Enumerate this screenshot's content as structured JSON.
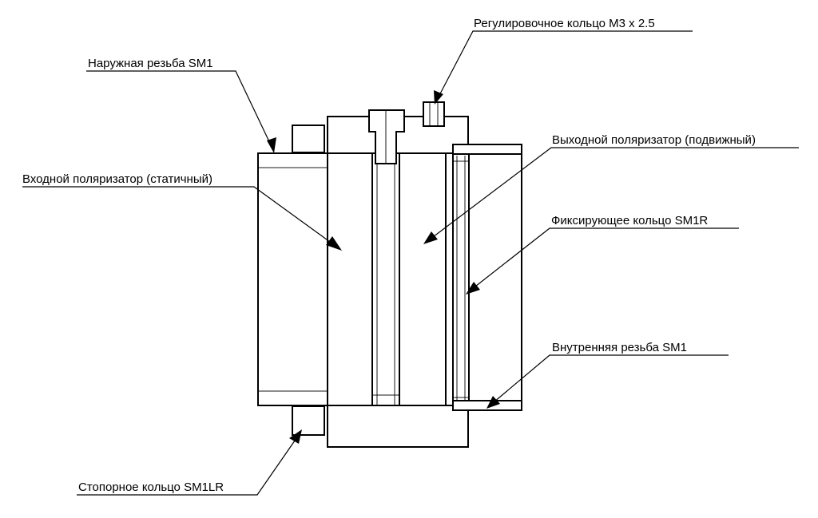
{
  "labels": {
    "external_thread": "Наружная резьба SM1",
    "adjust_ring": "Регулировочное кольцо М3 х 2.5",
    "input_polarizer": "Входной поляризатор (статичный)",
    "output_polarizer": "Выходной поляризатор (подвижный)",
    "retaining_ring": "Фиксирующее кольцо SM1R",
    "internal_thread": "Внутренняя резьба SM1",
    "lock_ring": "Стопорное кольцо SM1LR"
  }
}
